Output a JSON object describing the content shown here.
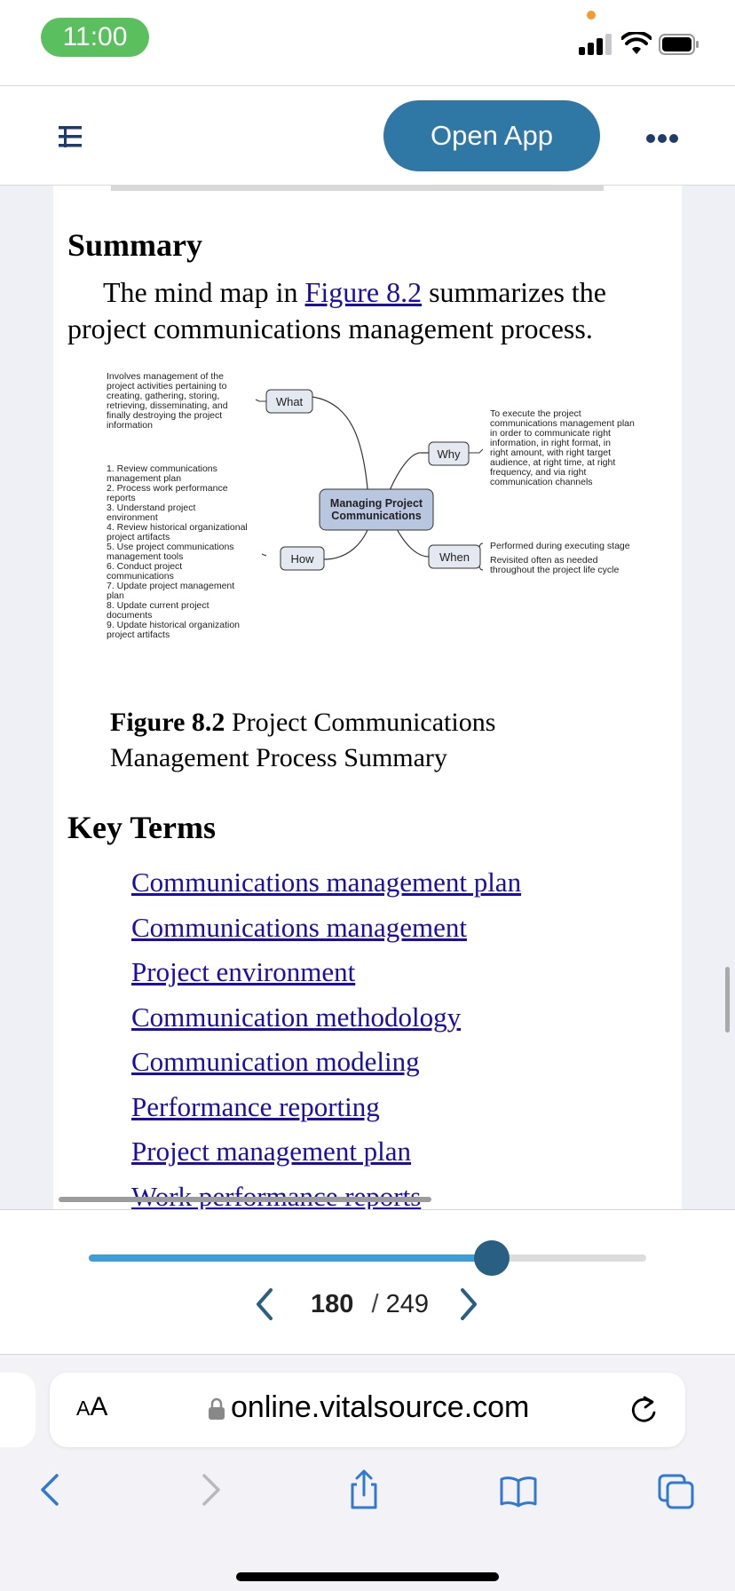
{
  "status_bar": {
    "time": "11:00"
  },
  "header": {
    "open_app_label": "Open App"
  },
  "content": {
    "summary_heading": "Summary",
    "summary_text_before": "The mind map in ",
    "summary_link": "Figure 8.2",
    "summary_text_after": " summarizes the project communications management process.",
    "mindmap": {
      "center": [
        "Managing Project",
        "Communications"
      ],
      "what_label": "What",
      "why_label": "Why",
      "how_label": "How",
      "when_label": "When",
      "what_text": [
        "Involves management of the",
        "project activities pertaining to",
        "creating, gathering, storing,",
        "retrieving, disseminating, and",
        "finally destroying the project",
        "information"
      ],
      "why_text": [
        "To execute the project",
        "communications management plan",
        "in order to communicate right",
        "information, in right format, in",
        "right amount, with right target",
        "audience, at right time, at right",
        "frequency, and via right",
        "communication channels"
      ],
      "how_text": [
        "1. Review communications",
        "management plan",
        "2. Process work performance",
        "reports",
        "3. Understand project",
        "environment",
        "4. Review historical organizational",
        "project artifacts",
        "5. Use project communications",
        "management tools",
        "6. Conduct project",
        "communications",
        "7. Update project management",
        "plan",
        "8. Update current project",
        "documents",
        "9. Update historical organization",
        "project artifacts"
      ],
      "when_text": [
        "Performed during executing stage",
        "Revisited often as needed",
        "throughout the project life cycle"
      ]
    },
    "caption_bold": "Figure 8.2",
    "caption_text": " Project Communications Management Process Summary",
    "key_terms_heading": "Key Terms",
    "key_terms": [
      "Communications management plan",
      "Communications management",
      "Project environment",
      "Communication methodology",
      "Communication modeling",
      "Performance reporting",
      "Project management plan",
      "Work performance reports"
    ]
  },
  "navigator": {
    "current_page": "180",
    "separator": "/",
    "total_pages": "249",
    "progress": 0.7229
  },
  "safari": {
    "aa_large": "A",
    "aa_small": "A",
    "url": "online.vitalsource.com"
  },
  "colors": {
    "open_app": "#2f78a6",
    "link": "#1a0dab",
    "slider_fill": "#3c9ed8",
    "slider_thumb": "#2a5f84",
    "mindmap_center": "#b9c6e0",
    "time_pill": "#5ac05e"
  }
}
